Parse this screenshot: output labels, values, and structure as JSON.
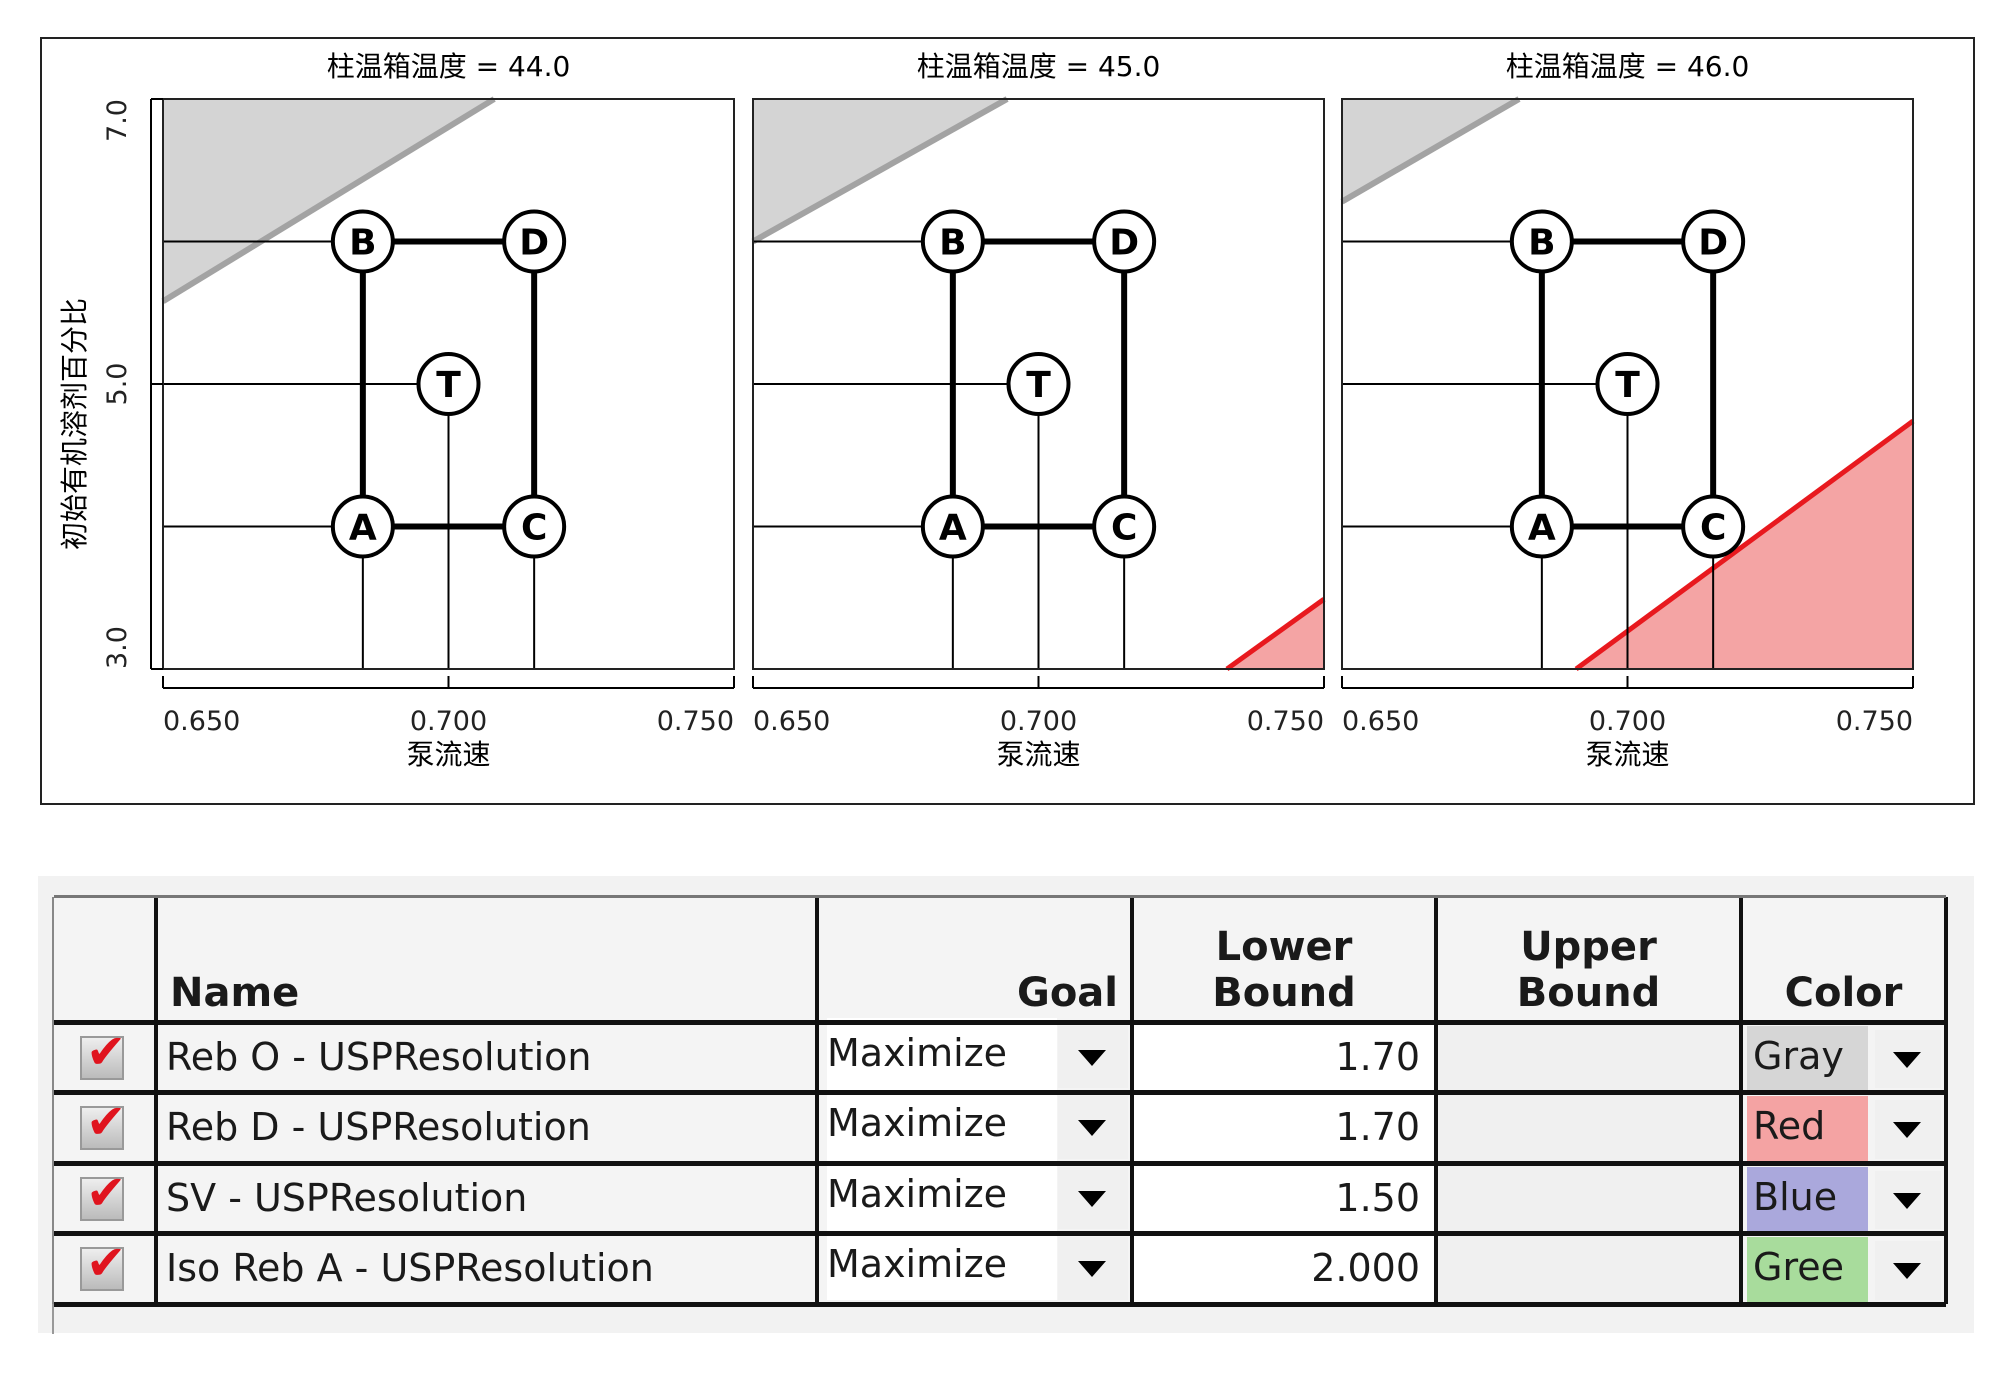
{
  "chart_data": {
    "type": "scatter",
    "subtype": "design-space-contour-panels",
    "xlabel": "泵流速",
    "ylabel": "初始有机溶剂百分比",
    "xlim": [
      0.65,
      0.75
    ],
    "ylim": [
      3.0,
      7.0
    ],
    "x_ticks": [
      "0.650",
      "0.700",
      "0.750"
    ],
    "y_ticks": [
      "3.0",
      "5.0",
      "7.0"
    ],
    "design_points": [
      {
        "label": "A",
        "x": 0.685,
        "y": 4.0
      },
      {
        "label": "B",
        "x": 0.685,
        "y": 6.0
      },
      {
        "label": "C",
        "x": 0.715,
        "y": 4.0
      },
      {
        "label": "D",
        "x": 0.715,
        "y": 6.0
      },
      {
        "label": "T",
        "x": 0.7,
        "y": 5.0
      }
    ],
    "panels": [
      {
        "title": "柱温箱温度 = 44.0",
        "gray_boundary": [
          [
            0.65,
            5.58
          ],
          [
            0.708,
            7.0
          ]
        ],
        "red_boundary": null
      },
      {
        "title": "柱温箱温度 = 45.0",
        "gray_boundary": [
          [
            0.65,
            6.0
          ],
          [
            0.6945,
            7.0
          ]
        ],
        "red_boundary": [
          [
            0.733,
            3.0
          ],
          [
            0.75,
            3.49
          ]
        ]
      },
      {
        "title": "柱温箱温度 = 46.0",
        "gray_boundary": [
          [
            0.65,
            6.28
          ],
          [
            0.681,
            7.0
          ]
        ],
        "red_boundary": [
          [
            0.691,
            3.0
          ],
          [
            0.75,
            4.74
          ]
        ]
      }
    ],
    "colors": {
      "gray_fill": "#d4d4d4",
      "gray_line": "#a3a3a3",
      "red_fill": "#f4a4a4",
      "red_line": "#e8191e"
    }
  },
  "table": {
    "headers": {
      "name": "Name",
      "goal": "Goal",
      "lower": [
        "Lower",
        "Bound"
      ],
      "upper": [
        "Upper",
        "Bound"
      ],
      "color": "Color"
    },
    "rows": [
      {
        "checked": true,
        "name": "Reb O - USPResolution",
        "goal": "Maximize",
        "lower": "1.70",
        "upper": "",
        "color": "Gray",
        "swatch": "#d6d6d6"
      },
      {
        "checked": true,
        "name": "Reb D - USPResolution",
        "goal": "Maximize",
        "lower": "1.70",
        "upper": "",
        "color": "Red",
        "swatch": "#f4a3a3"
      },
      {
        "checked": true,
        "name": "SV - USPResolution",
        "goal": "Maximize",
        "lower": "1.50",
        "upper": "",
        "color": "Blue",
        "swatch": "#aaa8dc"
      },
      {
        "checked": true,
        "name": "Iso Reb A - USPResolution",
        "goal": "Maximize",
        "lower": "2.000",
        "upper": "",
        "color": "Gree",
        "swatch": "#a8dc9c"
      }
    ],
    "check_glyph": "✔"
  }
}
